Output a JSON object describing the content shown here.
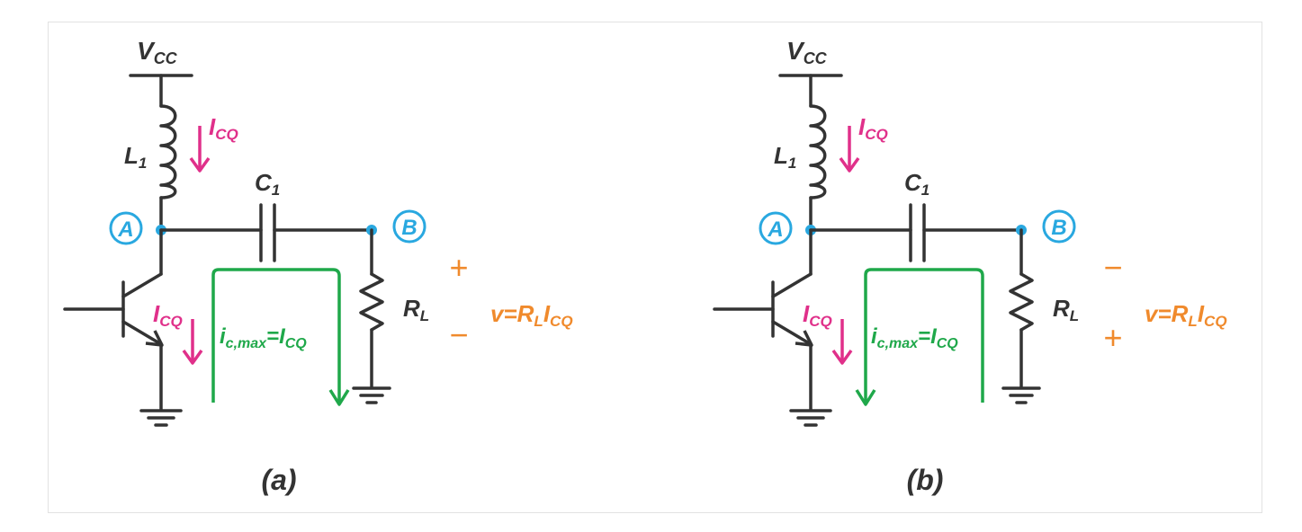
{
  "colors": {
    "wire": "#333333",
    "current": "#e0308a",
    "loop": "#1fa84a",
    "voltage": "#f08a2c",
    "node": "#29a8e0"
  },
  "labels": {
    "supply_main": "V",
    "supply_sub": "CC",
    "inductor_main": "L",
    "inductor_sub": "1",
    "cap_main": "C",
    "cap_sub": "1",
    "load_main": "R",
    "load_sub": "L",
    "dc_current_main": "I",
    "dc_current_sub": "CQ",
    "node_a": "A",
    "node_b": "B",
    "ac_current_main": "i",
    "ac_current_sub": "c,max",
    "ac_current_eq": "=I",
    "ac_current_eq_sub": "CQ",
    "voltage_expr_v": "v=R",
    "voltage_expr_sub1": "L",
    "voltage_expr_i": "I",
    "voltage_expr_sub2": "CQ",
    "plus": "+",
    "minus": "−"
  },
  "panels": [
    {
      "caption": "(a)",
      "top_sign": "+",
      "bottom_sign": "−",
      "loop_direction": "clockwise"
    },
    {
      "caption": "(b)",
      "top_sign": "−",
      "bottom_sign": "+",
      "loop_direction": "counterclockwise"
    }
  ]
}
